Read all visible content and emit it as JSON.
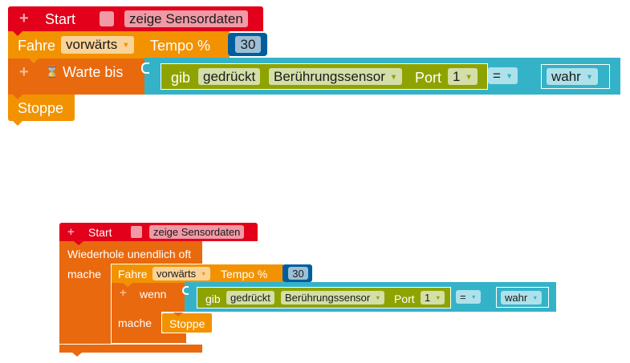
{
  "colors": {
    "start_red": "#e2001a",
    "motion_orange": "#f39200",
    "control_orange": "#e9690f",
    "logic_teal": "#34b3c8",
    "sensor_green": "#8fa300",
    "number_blue": "#005e9e"
  },
  "program_1": {
    "start": {
      "label": "Start",
      "checkbox_state": "unchecked",
      "option": "zeige Sensordaten"
    },
    "drive": {
      "label": "Fahre",
      "direction": "vorwärts",
      "speed_label": "Tempo %",
      "speed_value": "30"
    },
    "wait": {
      "label": "Warte bis",
      "icon": "hourglass-icon"
    },
    "sensor": {
      "prefix": "gib",
      "mode": "gedrückt",
      "sensor": "Berührungssensor",
      "port_label": "Port",
      "port": "1"
    },
    "compare": {
      "operator": "=",
      "value": "wahr"
    },
    "stop": {
      "label": "Stoppe"
    }
  },
  "program_2": {
    "start": {
      "label": "Start",
      "checkbox_state": "unchecked",
      "option": "zeige Sensordaten"
    },
    "loop": {
      "label": "Wiederhole unendlich oft",
      "do_label": "mache"
    },
    "drive": {
      "label": "Fahre",
      "direction": "vorwärts",
      "speed_label": "Tempo %",
      "speed_value": "30"
    },
    "if": {
      "label": "wenn",
      "do_label": "mache"
    },
    "sensor": {
      "prefix": "gib",
      "mode": "gedrückt",
      "sensor": "Berührungssensor",
      "port_label": "Port",
      "port": "1"
    },
    "compare": {
      "operator": "=",
      "value": "wahr"
    },
    "stop": {
      "label": "Stoppe"
    }
  },
  "glyphs": {
    "plus": "+",
    "dropdown": "▼",
    "hourglass": "⌛"
  }
}
